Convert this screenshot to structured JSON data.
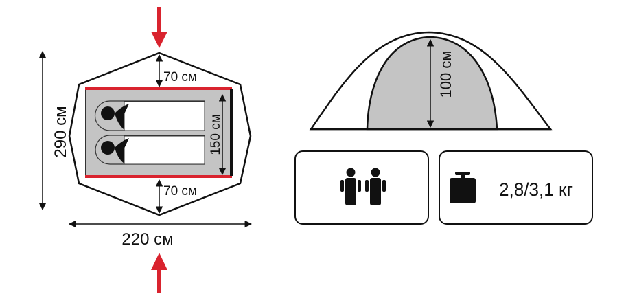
{
  "plan": {
    "length_label": "290 см",
    "width_label": "220 см",
    "vestibule_front_label": "70 см",
    "vestibule_back_label": "70 см",
    "inner_width_label": "150 см"
  },
  "profile": {
    "height_label": "100 см"
  },
  "specs": {
    "capacity_icon": "two-persons-icon",
    "weight_icon": "weight-icon",
    "weight_label": "2,8/3,1 кг"
  },
  "colors": {
    "accent_red": "#d9232e",
    "inner_gray": "#c4c4c4",
    "line": "#111111"
  }
}
